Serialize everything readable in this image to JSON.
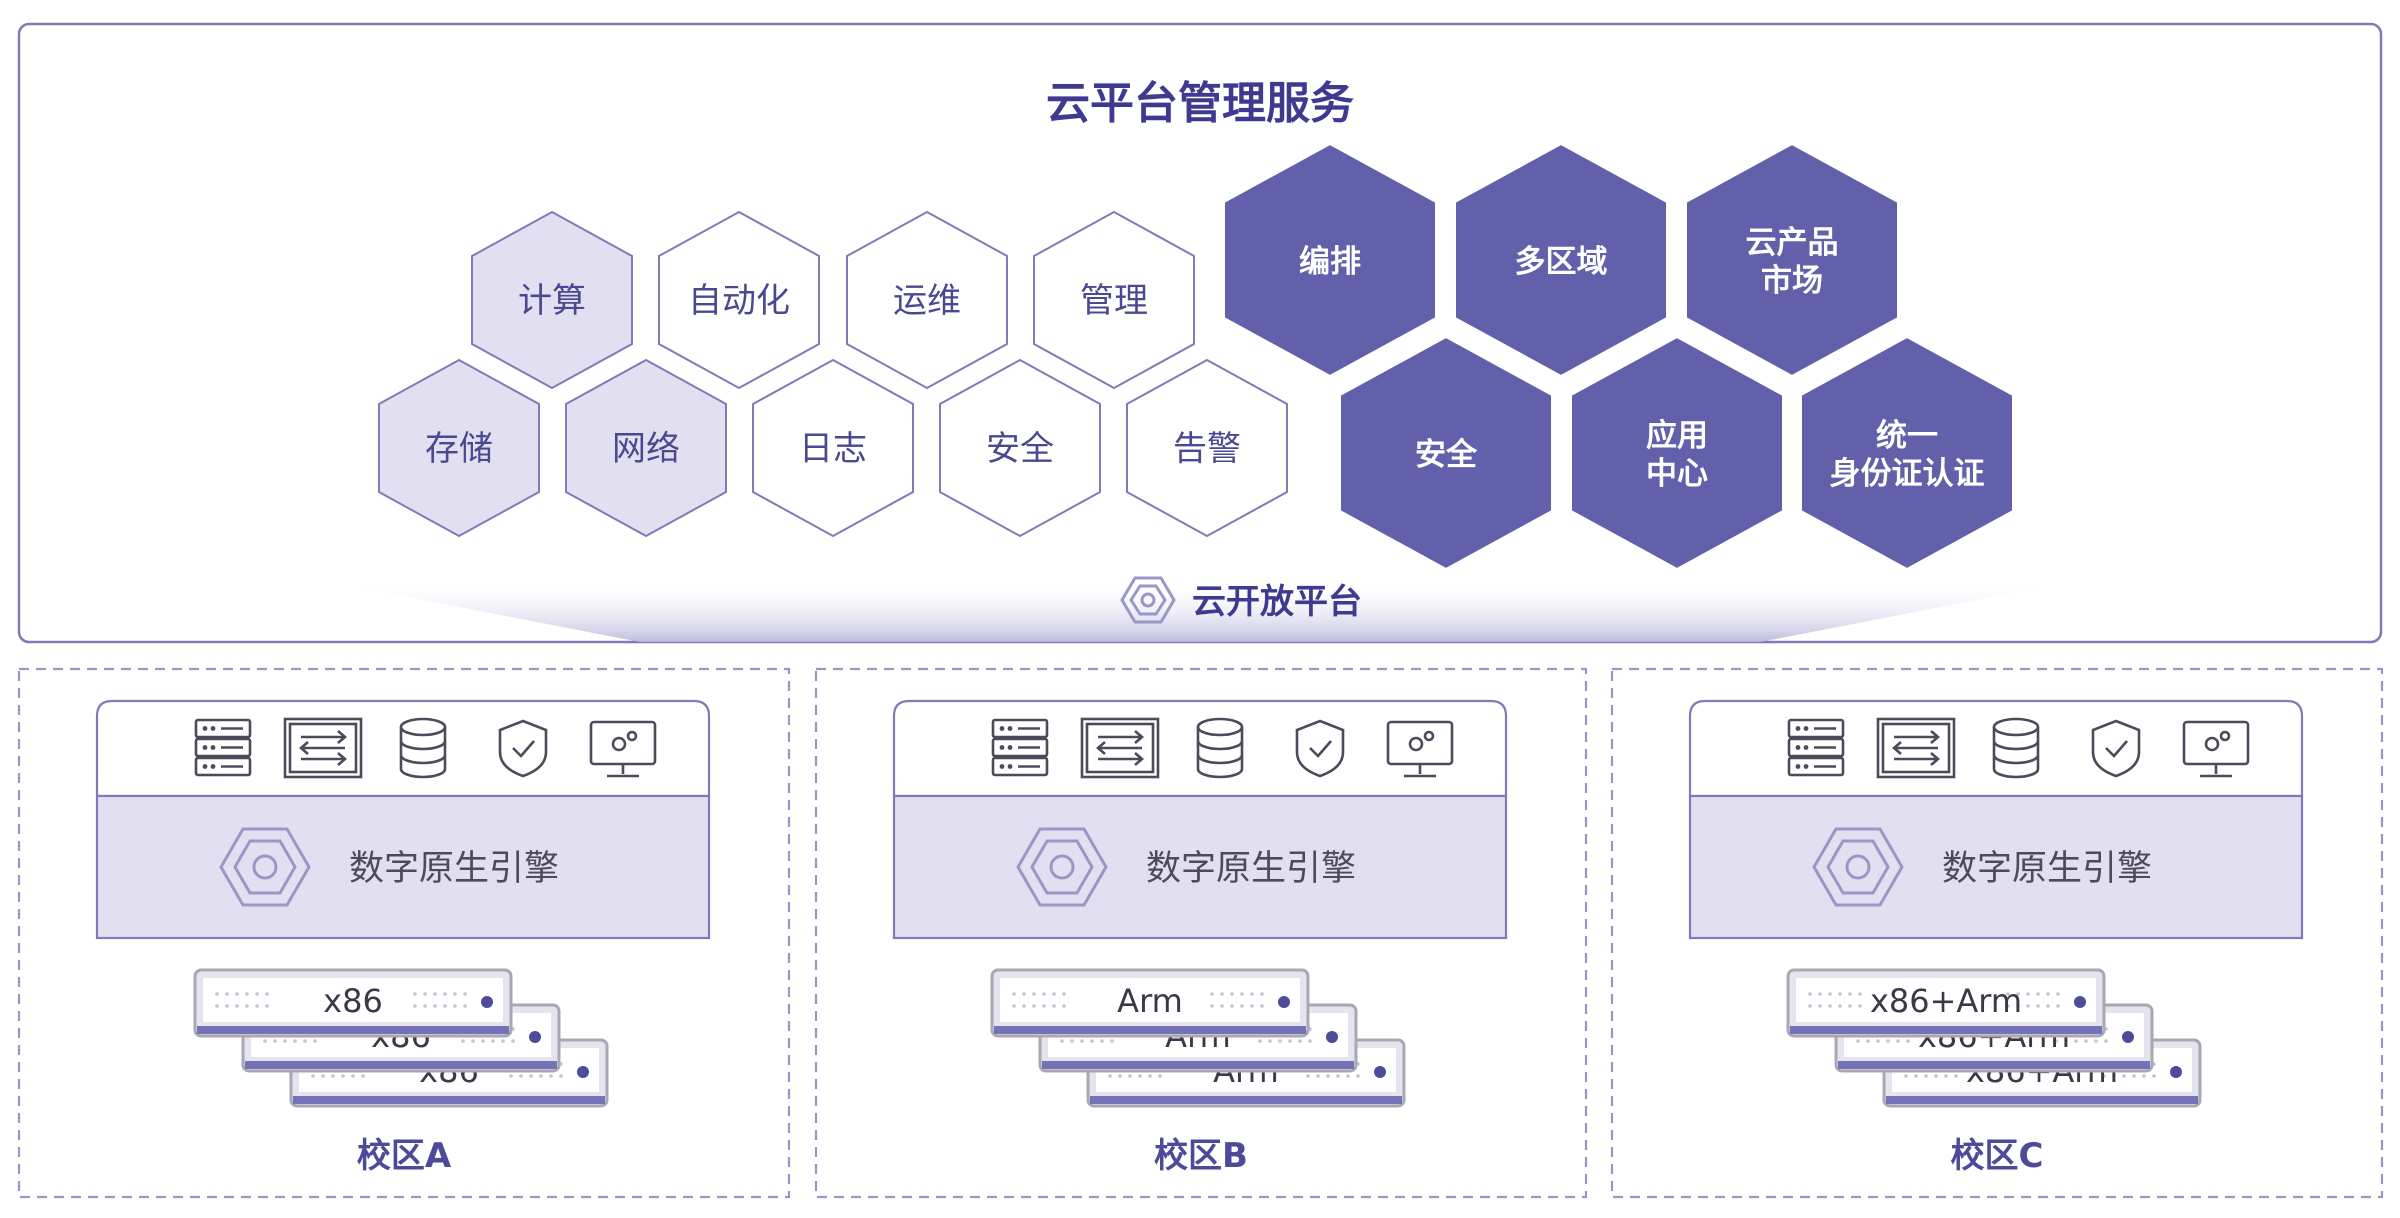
{
  "platform": {
    "title": "云平台管理服务",
    "base_label": "云开放平台",
    "light_hexes": [
      "计算",
      "自动化",
      "运维",
      "管理",
      "存储",
      "网络",
      "日志",
      "安全",
      "告警"
    ],
    "dark_hexes": [
      [
        "编排"
      ],
      [
        "多区域"
      ],
      [
        "云产品",
        "市场"
      ],
      [
        "安全"
      ],
      [
        "应用",
        "中心"
      ],
      [
        "统一",
        "身份证认证"
      ]
    ]
  },
  "colors": {
    "primary": "#6260aa",
    "light_fill": "#e2e0f0",
    "border": "#7e7bb8"
  },
  "icons": [
    "server-rack-icon",
    "network-switch-icon",
    "database-icon",
    "shield-check-icon",
    "monitor-gear-icon"
  ],
  "campuses": [
    {
      "name": "校区A",
      "engine": "数字原生引擎",
      "servers": [
        "x86",
        "x86",
        "x86"
      ]
    },
    {
      "name": "校区B",
      "engine": "数字原生引擎",
      "servers": [
        "Arm",
        "Arm",
        "Arm"
      ]
    },
    {
      "name": "校区C",
      "engine": "数字原生引擎",
      "servers": [
        "x86+Arm",
        "x86+Arm",
        "x86+Arm"
      ]
    }
  ]
}
